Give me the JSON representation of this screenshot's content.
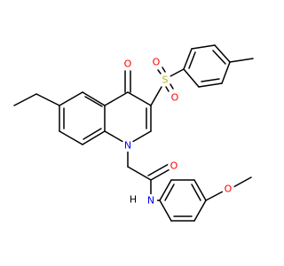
{
  "molecule": {
    "atom_labels": {
      "o_ketone": "O",
      "s_sulfonyl": "S",
      "o_sulfonyl_upper": "O",
      "o_sulfonyl_lower": "O",
      "n_ring": "N",
      "o_amide": "O",
      "n_amide": "N",
      "h_amide": "H",
      "o_methoxy": "O"
    },
    "colors": {
      "bond": "#000000",
      "oxygen": "#ff0000",
      "nitrogen": "#0000ff",
      "sulfur": "#b8b800",
      "hydrogen": "#000000"
    }
  }
}
